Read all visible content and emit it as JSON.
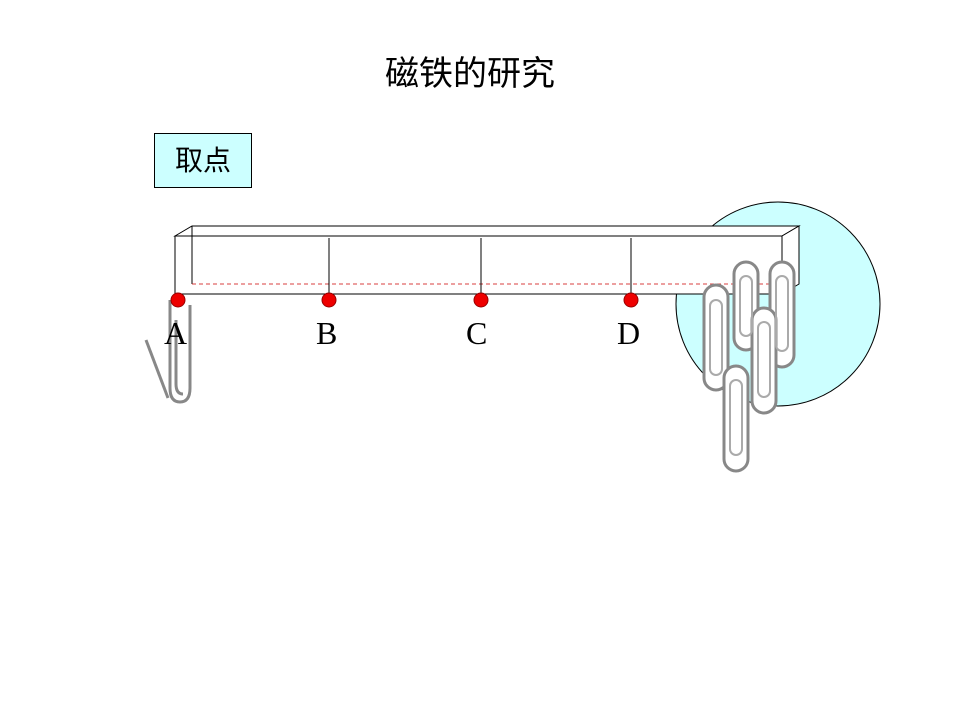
{
  "title": "磁铁的研究",
  "tag": "取点",
  "points": [
    {
      "label": "A"
    },
    {
      "label": "B"
    },
    {
      "label": "C"
    },
    {
      "label": "D"
    }
  ],
  "colors": {
    "point": "#ee0000",
    "magnet_pole": "#ccffff",
    "tag_bg": "#ccffff"
  },
  "icons": [
    "paper-clip-icon"
  ]
}
